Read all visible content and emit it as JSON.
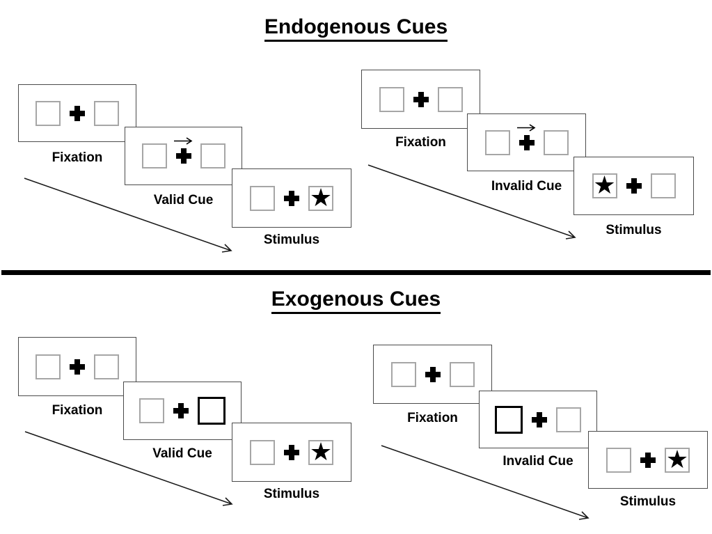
{
  "sections": [
    {
      "title": "Endogenous Cues",
      "groups": [
        {
          "name": "valid-trial",
          "panels": [
            {
              "label": "Fixation",
              "variant": "plain"
            },
            {
              "label": "Valid Cue",
              "variant": "arrow-right"
            },
            {
              "label": "Stimulus",
              "variant": "star-right"
            }
          ]
        },
        {
          "name": "invalid-trial",
          "panels": [
            {
              "label": "Fixation",
              "variant": "plain"
            },
            {
              "label": "Invalid Cue",
              "variant": "arrow-right"
            },
            {
              "label": "Stimulus",
              "variant": "star-left"
            }
          ]
        }
      ]
    },
    {
      "title": "Exogenous Cues",
      "groups": [
        {
          "name": "valid-trial",
          "panels": [
            {
              "label": "Fixation",
              "variant": "plain"
            },
            {
              "label": "Valid Cue",
              "variant": "box-right"
            },
            {
              "label": "Stimulus",
              "variant": "star-right"
            }
          ]
        },
        {
          "name": "invalid-trial",
          "panels": [
            {
              "label": "Fixation",
              "variant": "plain"
            },
            {
              "label": "Invalid Cue",
              "variant": "box-left"
            },
            {
              "label": "Stimulus",
              "variant": "star-right"
            }
          ]
        }
      ]
    }
  ],
  "glyphs": {
    "star": "★"
  },
  "colors": {
    "panel_border": "#4a4a4a",
    "placeholder_box_border": "#a6a6a6",
    "cue_highlight_border": "#000000",
    "ink": "#000000",
    "background": "#ffffff"
  }
}
